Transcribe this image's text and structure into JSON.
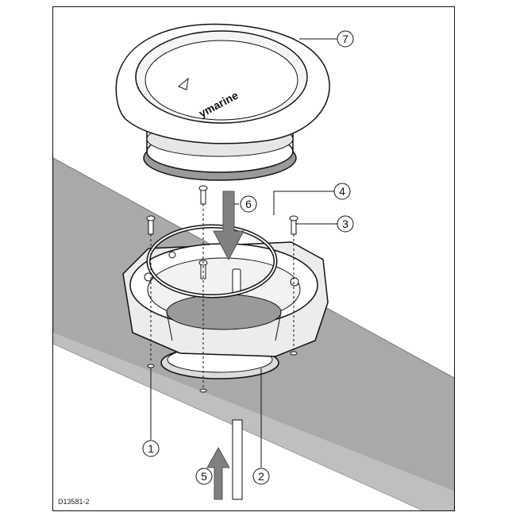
{
  "figure": {
    "id": "D13581-2",
    "brand_text": "ymarine"
  },
  "callouts": [
    {
      "label": "1"
    },
    {
      "label": "2"
    },
    {
      "label": "3"
    },
    {
      "label": "4"
    },
    {
      "label": "5"
    },
    {
      "label": "6"
    },
    {
      "label": "7"
    }
  ],
  "colors": {
    "surface": "#a9a9a9",
    "surface_edge": "#8c8c8c",
    "part_fill": "#ffffff",
    "part_shade": "#dcdcdc",
    "line": "#111111",
    "arrow": "#808080"
  }
}
